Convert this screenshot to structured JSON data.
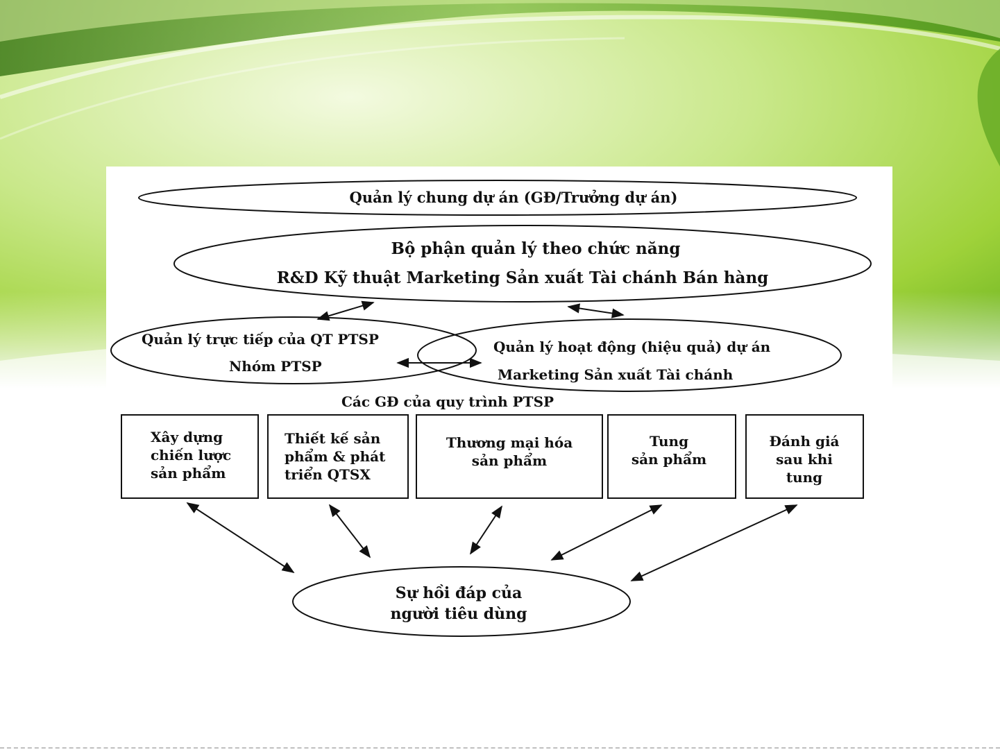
{
  "colors": {
    "banner_light": "#eef7d2",
    "banner_mid": "#9fd23a",
    "banner_dark": "#3f8a14",
    "line": "#111111"
  },
  "diagram": {
    "top_ellipse": "Quản lý chung dự án (GĐ/Trưởng dự án)",
    "functional": {
      "title": "Bộ phận quản lý theo chức năng",
      "departments": "R&D  Kỹ thuật  Marketing  Sản xuất  Tài chánh  Bán hàng"
    },
    "left_ellipse": {
      "line1": "Quản lý trực tiếp của QT PTSP",
      "line2": "Nhóm PTSP"
    },
    "right_ellipse": {
      "line1": "Quản lý hoạt động (hiệu quả) dự án",
      "line2": "Marketing  Sản xuất  Tài chánh"
    },
    "stages_heading": "Các GĐ của quy trình PTSP",
    "stages": [
      {
        "line1": "Xây dựng",
        "line2": "chiến lược",
        "line3": "sản phẩm"
      },
      {
        "line1": "Thiết kế sản",
        "line2": "phẩm & phát",
        "line3": "triển QTSX"
      },
      {
        "line1": "Thương mại hóa",
        "line2": "sản phẩm"
      },
      {
        "line1": "Tung",
        "line2": "sản phẩm"
      },
      {
        "line1": "Đánh giá",
        "line2": "sau khi tung"
      }
    ],
    "consumer": {
      "line1": "Sự hồi đáp của",
      "line2": "người tiêu dùng"
    }
  }
}
